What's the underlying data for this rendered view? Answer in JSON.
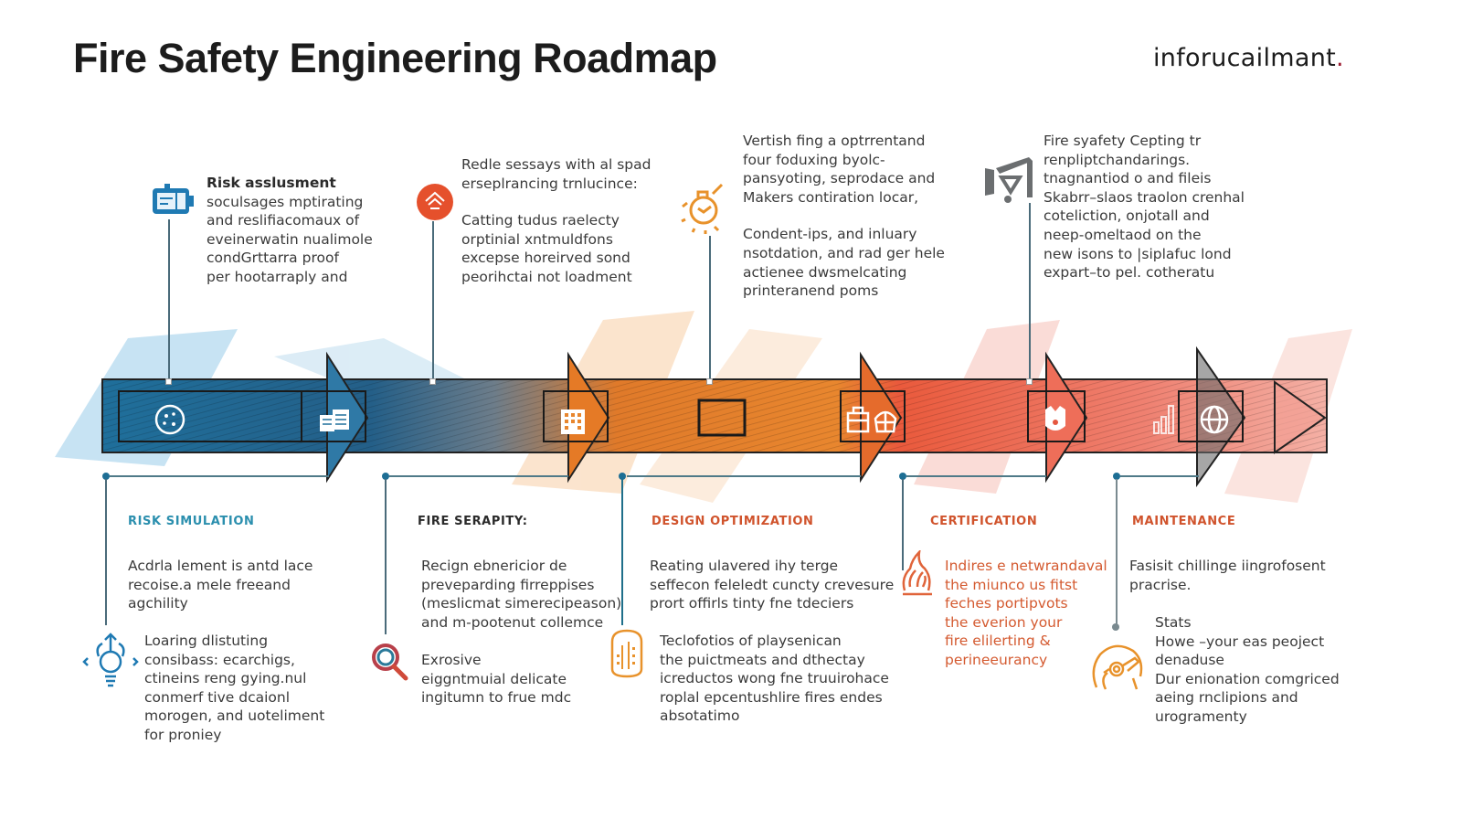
{
  "header": {
    "title": "Fire Safety Engineering Roadmap",
    "brand": "inforucailmant",
    "brand_dot": "."
  },
  "colors": {
    "blue": "#1f6f9b",
    "orange": "#e8862e",
    "red": "#e5573f",
    "teal": "#2b8fae",
    "dark": "#1c1c1c"
  },
  "top_notes": [
    {
      "icon": "battery-card-icon",
      "lead": "Risk asslusment",
      "lines": [
        "soculsages mptirating",
        "and reslifiacomaux of",
        "eveinerwatin nualimole",
        "condGrttarra proof",
        "per hootarraply and"
      ]
    },
    {
      "icon": "house-badge-icon",
      "lines_a": [
        "Redle sessays with al spad",
        "erseplrancing trnlucince:"
      ],
      "lines_b": [
        "Catting tudus raelecty",
        "orptinial xntmuldfons",
        "excepse horeirved sond",
        "peorihctai not loadment"
      ]
    },
    {
      "icon": "timer-gear-icon",
      "lines_a": [
        "Vertish fing a optrrentand",
        "four foduxing byolc-",
        "pansyoting, seprodace and",
        "Makers contiration locar,"
      ],
      "lines_b": [
        "Condent-ips, and inluary",
        "nsotdation, and rad ger hele",
        "actienee dwsmelcating",
        "printeranend poms"
      ]
    },
    {
      "icon": "megaphone-icon",
      "lines": [
        "Fire syafety Cepting tr",
        "renpliptchandarings.",
        "tnagnantiod o and fileis",
        "Skabrr–slaos traolon crenhal",
        "coteliction, onjotall and",
        "neep-omeltaod on the",
        "new isons to |siplafuc lond",
        "expart–to pel. cotheratu"
      ]
    }
  ],
  "timeline": {
    "segments": [
      {
        "icon": "globe-badge-icon",
        "color": "blue"
      },
      {
        "icon": "documents-icon",
        "color": "blue"
      },
      {
        "icon": "building-icon",
        "color": "orange"
      },
      {
        "icon": "window-frame-icon",
        "color": "orange"
      },
      {
        "icon": "baskets-icon",
        "color": "orange"
      },
      {
        "icon": "shield-icon",
        "color": "red"
      },
      {
        "icon": "bar-chart-icon",
        "color": "red"
      },
      {
        "icon": "globe-icon",
        "color": "red"
      }
    ]
  },
  "stages": [
    {
      "name": "RISK SIMULATION",
      "color": "#2b8fae",
      "para1": [
        "Acdrla lement is antd lace",
        "recoise.a mele freeand",
        "agchility"
      ],
      "icon": "lightbulb-arrows-icon",
      "para2": [
        "Loaring dlistuting",
        "consibass: ecarchigs,",
        "ctineins reng gying.nul",
        "conmerf tive dcaionl",
        "morogen, and uoteliment",
        "for proniey"
      ]
    },
    {
      "name": "FIRE SERAPITY:",
      "color": "#2a2a2a",
      "para1": [
        "Recign ebnericior de",
        "preveparding firreppises",
        "(meslicmat simerecipeason)",
        "and m-pootenut collemce"
      ],
      "icon": "magnifier-icon",
      "para2": [
        "Exrosive",
        "eiggntmuial delicate",
        "ingitumn to frue mdc"
      ]
    },
    {
      "name": "DESIGN OPTIMIZATION",
      "color": "#d0532c",
      "para1": [
        "Reating ulavered ihy terge",
        "seffecon feleledt cuncty crevesure",
        "prort offirls tinty fne tdeciers"
      ],
      "icon": "building-tag-icon",
      "para2": [
        "Teclofotios of playsenican",
        "the puictmeats and dthectay",
        "icreductos wong fne truuirohace",
        "roplal epcentushlire fires endes",
        "absotatimo"
      ]
    },
    {
      "name": "CERTIFICATION",
      "color": "#d0532c",
      "para1": [],
      "icon": "flame-icon",
      "para2": [
        "Indires e netwrandaval",
        "the miunco us fitst",
        "feches portipvots",
        "the everion your",
        "fire elilerting &",
        "perineeurancy"
      ]
    },
    {
      "name": "MAINTENANCE",
      "color": "#d0532c",
      "para1": [
        "Fasisit chillinge iingrofosent",
        "pracrise."
      ],
      "icon": "wrench-circle-icon",
      "para2": [
        "Stats",
        "Howe –your eas peoject",
        "denaduse",
        " Dur enionation comgriced",
        "aeing rnclipions and",
        "urogramenty"
      ]
    }
  ]
}
